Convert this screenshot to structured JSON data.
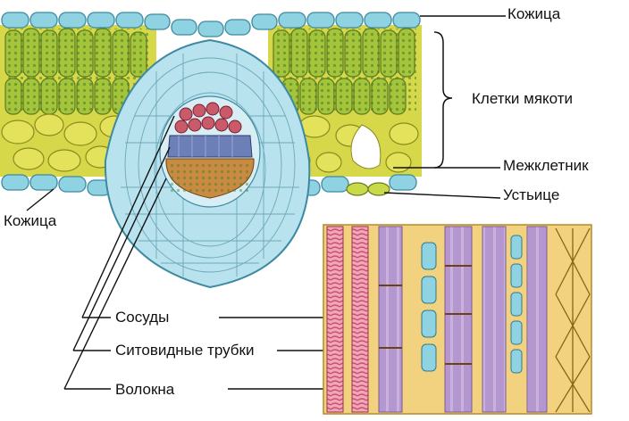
{
  "labels": {
    "epidermis_top": "Кожица",
    "mesophyll": "Клетки мякоти",
    "intercellular": "Межклетник",
    "stoma": "Устьице",
    "epidermis_bottom": "Кожица",
    "vessels": "Сосуды",
    "sieve_tubes": "Ситовидные трубки",
    "fibers": "Волокна"
  },
  "colors": {
    "epidermis": "#8fd3e2",
    "palisade": "#a6c43a",
    "spongy": "#e4e25a",
    "chloroplast": "#3f7d2c",
    "xylem": "#c85a6a",
    "phloem": "#6d7fb7",
    "sclerenchyma": "#c98a42",
    "bundle_sheath": "#b7e2ee",
    "vessel_pink": "#e7879f",
    "sieve_purple": "#b597cf",
    "fiber_tan": "#f2d27e"
  }
}
